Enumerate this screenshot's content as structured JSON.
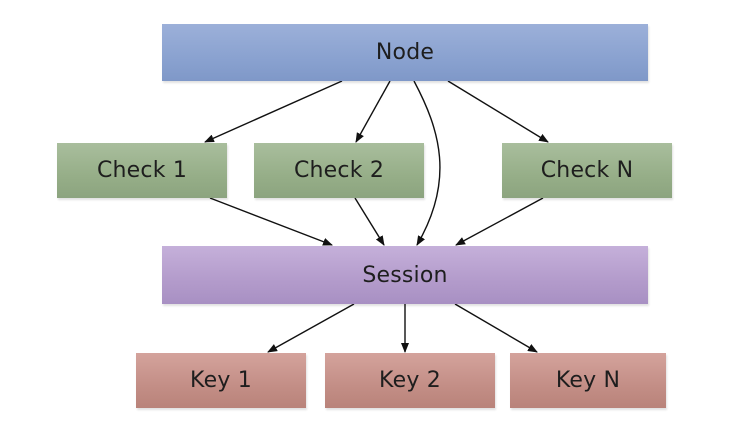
{
  "diagram": {
    "nodes": {
      "node": {
        "label": "Node"
      },
      "check_1": {
        "label": "Check 1"
      },
      "check_2": {
        "label": "Check 2"
      },
      "check_n": {
        "label": "Check N"
      },
      "session": {
        "label": "Session"
      },
      "key_1": {
        "label": "Key 1"
      },
      "key_2": {
        "label": "Key 2"
      },
      "key_n": {
        "label": "Key N"
      }
    },
    "edges": [
      {
        "from": "node",
        "to": "check_1"
      },
      {
        "from": "node",
        "to": "check_2"
      },
      {
        "from": "node",
        "to": "session"
      },
      {
        "from": "node",
        "to": "check_n"
      },
      {
        "from": "check_1",
        "to": "session"
      },
      {
        "from": "check_2",
        "to": "session"
      },
      {
        "from": "check_n",
        "to": "session"
      },
      {
        "from": "session",
        "to": "key_1"
      },
      {
        "from": "session",
        "to": "key_2"
      },
      {
        "from": "session",
        "to": "key_n"
      }
    ],
    "colors": {
      "node": "#8aa2d0",
      "check": "#96ae88",
      "session": "#b39bcb",
      "key": "#c38e86",
      "edge": "#111111"
    }
  }
}
